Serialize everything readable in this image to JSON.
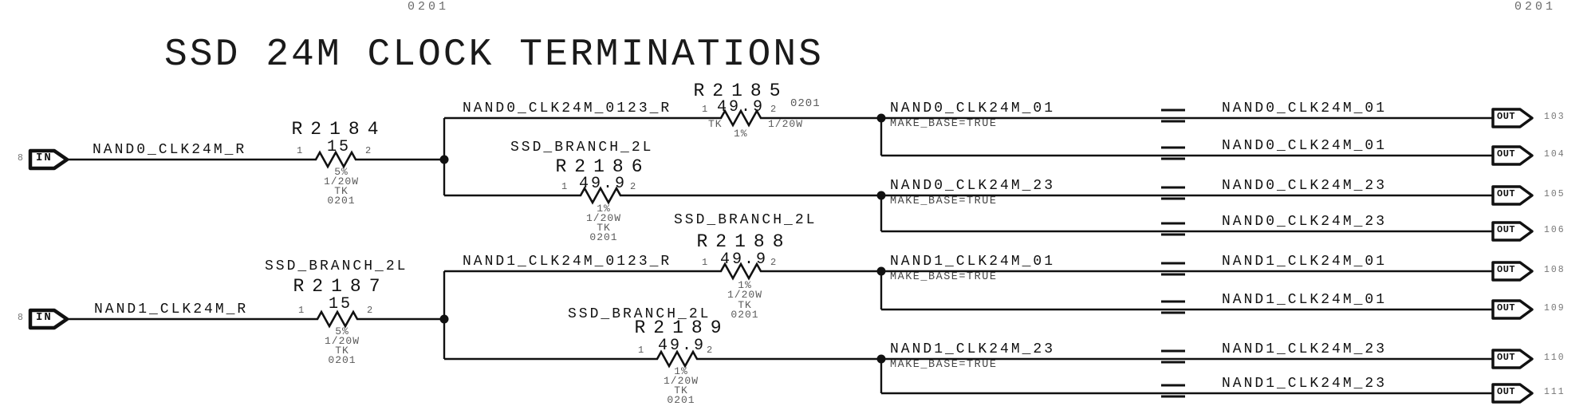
{
  "title": "SSD 24M CLOCK TERMINATIONS",
  "colors": {
    "ink": "#111111",
    "muted": "#5a5a5a",
    "faint": "#777777",
    "background": "#ffffff"
  },
  "offpage_fragments": [
    {
      "tc": "TK",
      "package": "0201"
    },
    {
      "tc": "TK",
      "package": "0201"
    }
  ],
  "inputs": [
    {
      "port": "IN",
      "pin": "8",
      "net": "NAND0_CLK24M_R"
    },
    {
      "port": "IN",
      "pin": "8",
      "net": "NAND1_CLK24M_R"
    }
  ],
  "branch_nets": [
    {
      "net": "NAND0_CLK24M_0123_R"
    },
    {
      "net": "NAND1_CLK24M_0123_R"
    }
  ],
  "resistors": [
    {
      "ref": "R2184",
      "value": "15",
      "pin1": "1",
      "pin2": "2",
      "tolerance": "5%",
      "power": "1/20W",
      "tc": "TK",
      "package": "0201"
    },
    {
      "ref": "R2185",
      "value": "49.9",
      "pin1": "1",
      "pin2": "2",
      "tolerance": "1%",
      "power": "1/20W",
      "tc": "TK",
      "package": "0201"
    },
    {
      "ref": "R2186",
      "value": "49.9",
      "pin1": "1",
      "pin2": "2",
      "tolerance": "1%",
      "power": "1/20W",
      "tc": "TK",
      "package": "0201",
      "branch": "SSD_BRANCH_2L"
    },
    {
      "ref": "R2187",
      "value": "15",
      "pin1": "1",
      "pin2": "2",
      "tolerance": "5%",
      "power": "1/20W",
      "tc": "TK",
      "package": "0201",
      "branch": "SSD_BRANCH_2L"
    },
    {
      "ref": "R2188",
      "value": "49.9",
      "pin1": "1",
      "pin2": "2",
      "tolerance": "1%",
      "power": "1/20W",
      "tc": "TK",
      "package": "0201",
      "branch": "SSD_BRANCH_2L"
    },
    {
      "ref": "R2189",
      "value": "49.9",
      "pin1": "1",
      "pin2": "2",
      "tolerance": "1%",
      "power": "1/20W",
      "tc": "TK",
      "package": "0201",
      "branch": "SSD_BRANCH_2L"
    }
  ],
  "net_groups": [
    {
      "net": "NAND0_CLK24M_01",
      "attr": "MAKE_BASE=TRUE"
    },
    {
      "net": "NAND0_CLK24M_23",
      "attr": "MAKE_BASE=TRUE"
    },
    {
      "net": "NAND1_CLK24M_01",
      "attr": "MAKE_BASE=TRUE"
    },
    {
      "net": "NAND1_CLK24M_23",
      "attr": "MAKE_BASE=TRUE"
    }
  ],
  "outputs": [
    {
      "port": "OUT",
      "pin": "103",
      "net": "NAND0_CLK24M_01"
    },
    {
      "port": "OUT",
      "pin": "104",
      "net": "NAND0_CLK24M_01"
    },
    {
      "port": "OUT",
      "pin": "105",
      "net": "NAND0_CLK24M_23"
    },
    {
      "port": "OUT",
      "pin": "106",
      "net": "NAND0_CLK24M_23"
    },
    {
      "port": "OUT",
      "pin": "108",
      "net": "NAND1_CLK24M_01"
    },
    {
      "port": "OUT",
      "pin": "109",
      "net": "NAND1_CLK24M_01"
    },
    {
      "port": "OUT",
      "pin": "110",
      "net": "NAND1_CLK24M_23"
    },
    {
      "port": "OUT",
      "pin": "111",
      "net": "NAND1_CLK24M_23"
    }
  ]
}
